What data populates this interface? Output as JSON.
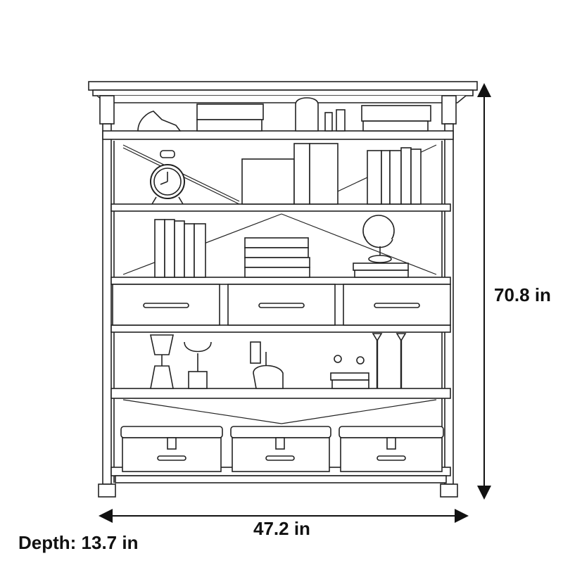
{
  "dimensions": {
    "height": "70.8 in",
    "width": "47.2 in",
    "depth": "Depth: 13.7 in"
  }
}
